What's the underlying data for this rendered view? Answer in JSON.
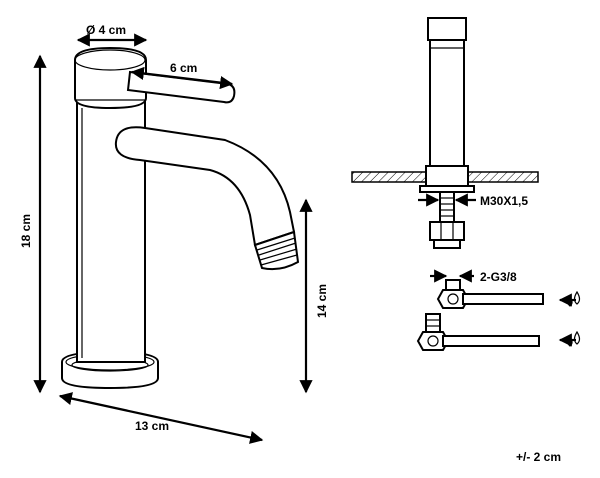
{
  "labels": {
    "diameter": "Ø 4 cm",
    "lever_length": "6 cm",
    "height": "18 cm",
    "spout_height": "14 cm",
    "depth": "13 cm",
    "thread": "M30X1,5",
    "connections": "2-G3/8",
    "tolerance": "+/- 2 cm"
  },
  "icons": {
    "hot_water": "water-drops-icon",
    "cold_water": "water-drops-icon"
  }
}
